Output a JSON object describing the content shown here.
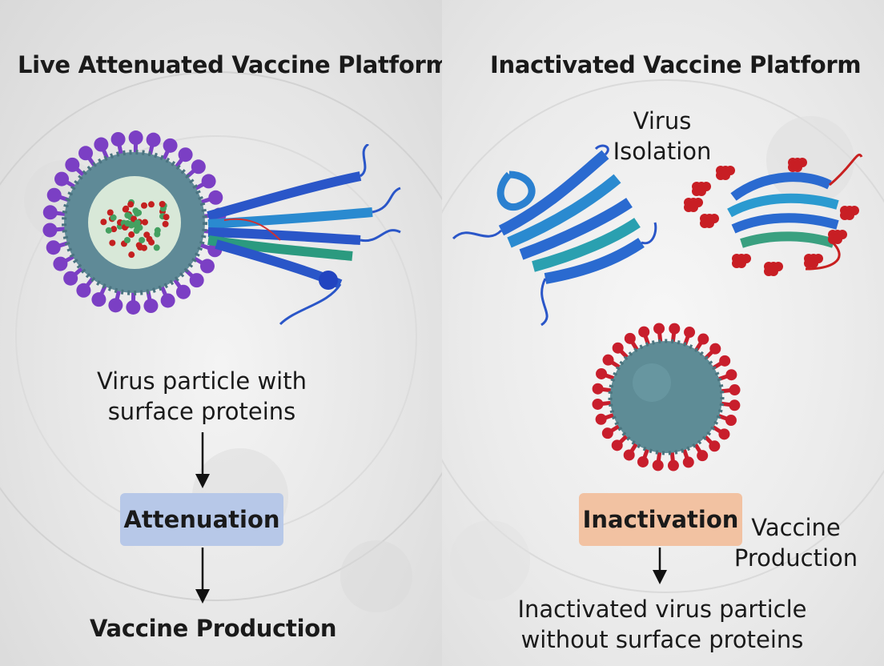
{
  "left": {
    "title": "Live Attenuated Vaccine Platform",
    "particle_label_line1": "Virus particle with",
    "particle_label_line2": "surface proteins",
    "step_box": "Attenuation",
    "result": "Vaccine Production",
    "colors": {
      "box": "#b7c8e8",
      "spikes": "#7b3fc4"
    }
  },
  "right": {
    "title": "Inactivated Vaccine Platform",
    "isolation_line1": "Virus",
    "isolation_line2": "Isolation",
    "step_box": "Inactivation",
    "production_line1": "Vaccine",
    "production_line2": "Production",
    "result_line1": "Inactivated virus particle",
    "result_line2": "without surface proteins",
    "colors": {
      "box": "#f2c2a2",
      "spikes": "#c81e2c"
    }
  },
  "icons": [
    "virus-particle",
    "protein-ribbon",
    "down-arrow"
  ]
}
